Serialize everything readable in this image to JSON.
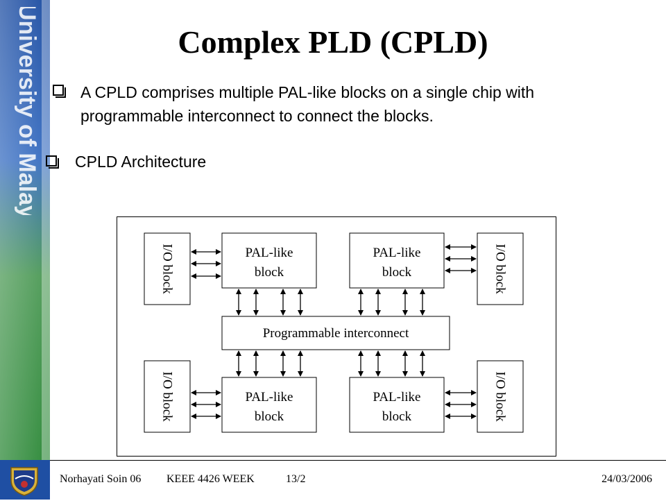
{
  "slide": {
    "title": "Complex PLD (CPLD)",
    "bullets": [
      "A CPLD comprises multiple PAL-like blocks on a single chip with programmable interconnect to connect the blocks.",
      "CPLD Architecture"
    ]
  },
  "sidebar": {
    "text": "University of Malaya",
    "colors": {
      "primary": "#1f4fa3",
      "accent": "#3fa344"
    }
  },
  "diagram": {
    "io_label": "I/O block",
    "pal_label_line1": "PAL-like",
    "pal_label_line2": "block",
    "interconnect_label": "Programmable interconnect"
  },
  "footer": {
    "author": "Norhayati Soin 06",
    "course": "KEEE 4426 WEEK",
    "page": "13/2",
    "date": "24/03/2006"
  }
}
